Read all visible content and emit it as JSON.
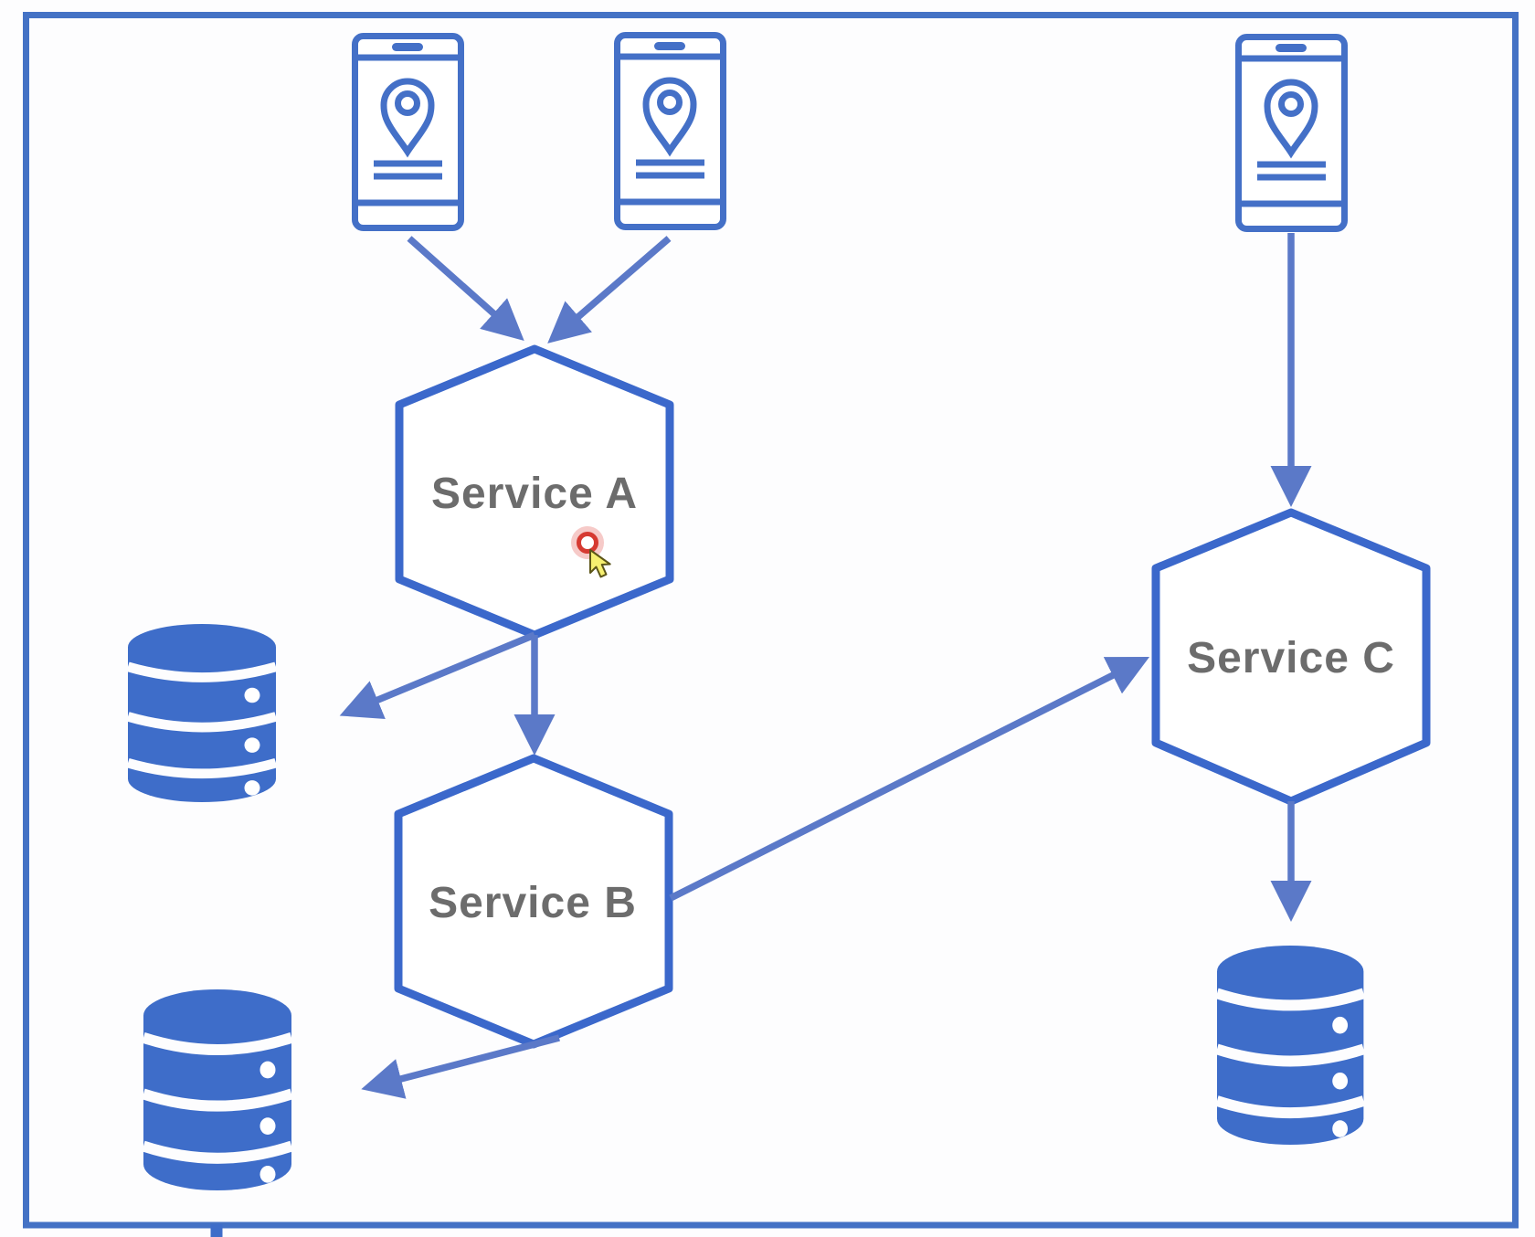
{
  "diagram": {
    "type": "microservices-architecture",
    "colors": {
      "frame_blue": "#4472c5",
      "hexagon_blue": "#3b68cb",
      "arrow_blue": "#5b79c8",
      "database_blue": "#3e6dc9",
      "phone_blue": "#4470c7",
      "label_gray": "#6c6c6c",
      "click_highlight_red": "#d63a31",
      "cursor_yellow": "#f6ef70",
      "background": "#fdfdfe"
    },
    "nodes": {
      "services": [
        {
          "id": "service-a",
          "shape": "hexagon",
          "label": "Service A"
        },
        {
          "id": "service-b",
          "shape": "hexagon",
          "label": "Service B"
        },
        {
          "id": "service-c",
          "shape": "hexagon",
          "label": "Service C"
        }
      ],
      "clients": [
        {
          "id": "mobile-client-1",
          "icon": "mobile-location-icon"
        },
        {
          "id": "mobile-client-2",
          "icon": "mobile-location-icon"
        },
        {
          "id": "mobile-client-3",
          "icon": "mobile-location-icon"
        }
      ],
      "databases": [
        {
          "id": "database-1",
          "icon": "database-icon"
        },
        {
          "id": "database-2",
          "icon": "database-icon"
        },
        {
          "id": "database-3",
          "icon": "database-icon"
        }
      ]
    },
    "edges": [
      {
        "from": "mobile-client-1",
        "to": "service-a"
      },
      {
        "from": "mobile-client-2",
        "to": "service-a"
      },
      {
        "from": "mobile-client-3",
        "to": "service-c"
      },
      {
        "from": "service-a",
        "to": "database-1"
      },
      {
        "from": "service-a",
        "to": "service-b"
      },
      {
        "from": "service-b",
        "to": "database-2"
      },
      {
        "from": "service-b",
        "to": "service-c"
      },
      {
        "from": "service-c",
        "to": "database-3"
      }
    ],
    "cursor": {
      "state": "pointer-with-click-highlight"
    }
  }
}
